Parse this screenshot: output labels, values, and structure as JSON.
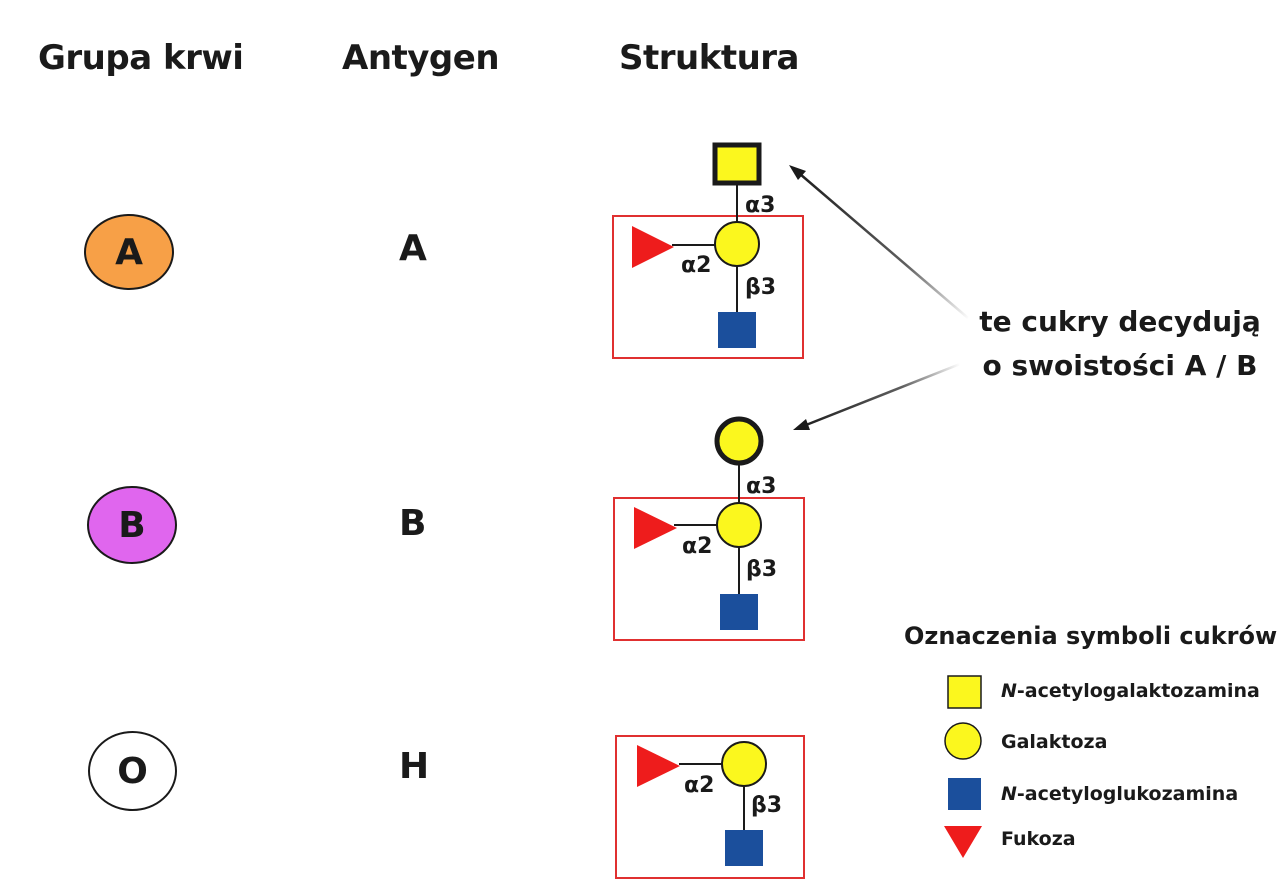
{
  "headers": {
    "group": "Grupa krwi",
    "antigen": "Antygen",
    "structure": "Struktura"
  },
  "rows": [
    {
      "group": "A",
      "group_color": "#f7a047",
      "antigen": "A"
    },
    {
      "group": "B",
      "group_color": "#e066ee",
      "antigen": "B"
    },
    {
      "group": "O",
      "group_color": "#ffffff",
      "antigen": "H"
    }
  ],
  "linkages": {
    "alpha3": "α3",
    "alpha2": "α2",
    "beta3": "β3"
  },
  "callout": {
    "line1": "te cukry decydują",
    "line2": "o swoistości A / B"
  },
  "legend": {
    "title": "Oznaczenia symboli cukrów",
    "items": [
      {
        "prefix": "N",
        "rest": "-acetylogalaktozamina",
        "icon": "yellow-square-icon"
      },
      {
        "prefix": "",
        "rest": "Galaktoza",
        "icon": "yellow-circle-icon"
      },
      {
        "prefix": "N",
        "rest": "-acetyloglukozamina",
        "icon": "blue-square-icon"
      },
      {
        "prefix": "",
        "rest": "Fukoza",
        "icon": "red-triangle-icon"
      }
    ]
  },
  "colors": {
    "galnac": "#fbf71e",
    "galactose": "#fbf71e",
    "glcnac": "#1b4f9c",
    "fucose": "#ee1c1c",
    "frame": "#e03030",
    "line": "#1a1a1a"
  }
}
